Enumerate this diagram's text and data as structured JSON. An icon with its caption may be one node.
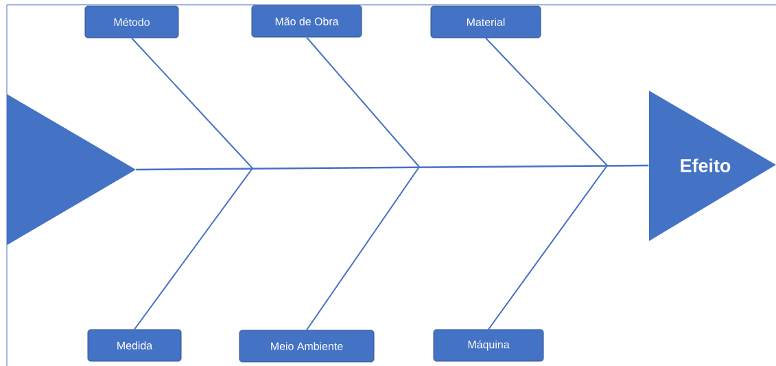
{
  "diagram": {
    "nodes": [
      {
        "text": [
          "Método"
        ]
      },
      {
        "text": [
          "Mão de Obra"
        ]
      },
      {
        "text": [
          "Material"
        ]
      },
      {
        "text": [
          "Medida"
        ]
      },
      {
        "text": [
          "Meio Ambiente"
        ]
      },
      {
        "text": [
          "Máquina"
        ]
      },
      {
        "text": [
          "Efeito"
        ]
      },
      {
        "text": [],
        "shape": "triangle"
      }
    ],
    "edges": [
      {
        "from": 7,
        "to": 6,
        "arrow": "none"
      },
      {
        "from": 0,
        "to": null,
        "arrow": "none"
      },
      {
        "from": 1,
        "to": null,
        "arrow": "none"
      },
      {
        "from": 2,
        "to": null,
        "arrow": "none"
      },
      {
        "from": 3,
        "to": null,
        "arrow": "none"
      },
      {
        "from": 4,
        "to": null,
        "arrow": "none"
      },
      {
        "from": 5,
        "to": null,
        "arrow": "none"
      }
    ]
  }
}
